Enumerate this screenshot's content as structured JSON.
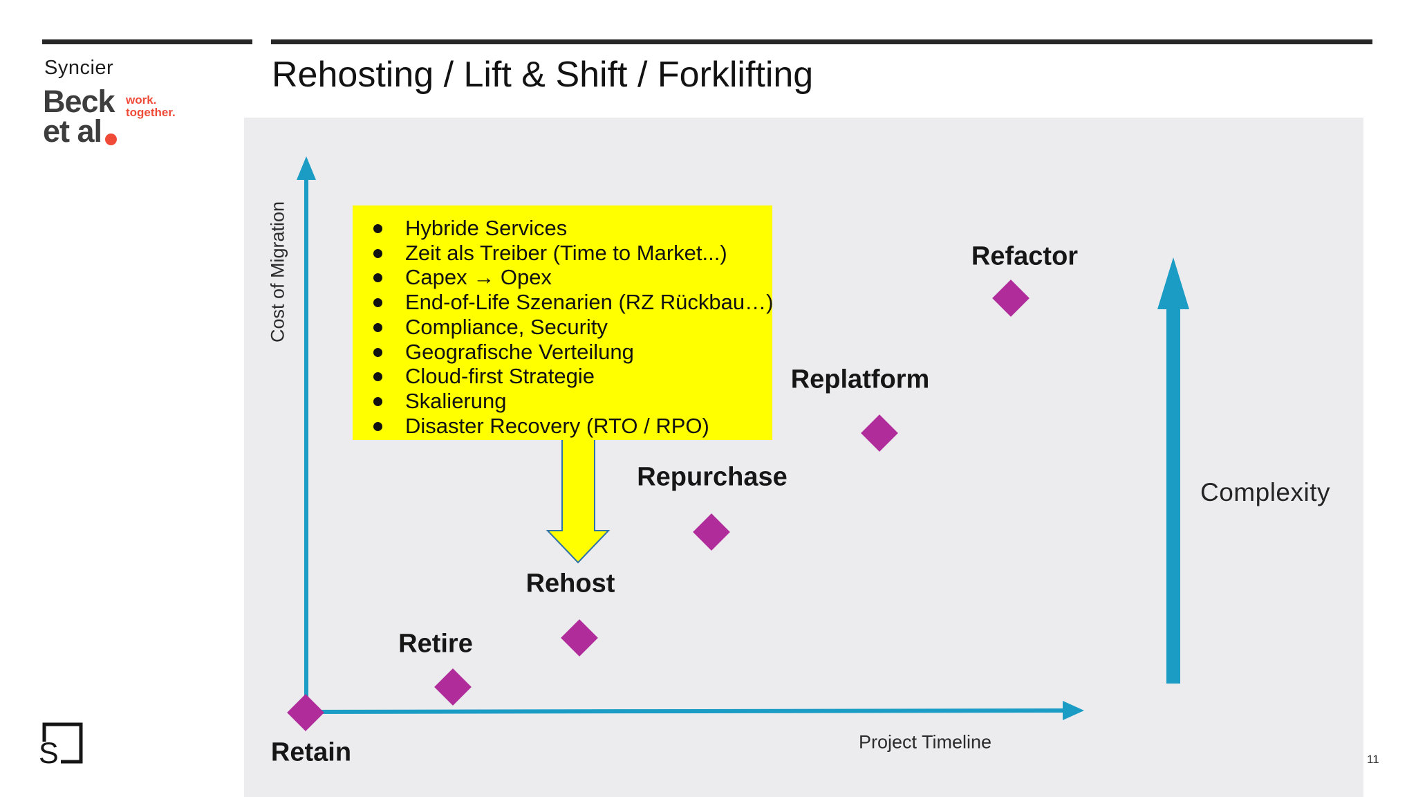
{
  "header": {
    "brand": "Syncier",
    "title": "Rehosting / Lift & Shift / Forklifting",
    "logo": {
      "line1": "Beck",
      "line2": "et al",
      "tagline1": "work.",
      "tagline2": "together."
    }
  },
  "diagram": {
    "y_axis_label": "Cost of Migration",
    "x_axis_label": "Project Timeline",
    "right_arrow_label": "Complexity",
    "callout": {
      "items": [
        "Hybride Services",
        "Zeit als Treiber (Time to Market...)",
        "Capex → Opex",
        "End-of-Life Szenarien (RZ Rückbau…)",
        "Compliance, Security",
        "Geografische Verteilung",
        "Cloud-first Strategie",
        "Skalierung",
        "Disaster Recovery (RTO / RPO)"
      ]
    },
    "points": [
      {
        "label": "Retain",
        "timeline_frac": 0.0,
        "cost_frac": 0.0
      },
      {
        "label": "Retire",
        "timeline_frac": 0.19,
        "cost_frac": 0.05
      },
      {
        "label": "Rehost",
        "timeline_frac": 0.35,
        "cost_frac": 0.14
      },
      {
        "label": "Repurchase",
        "timeline_frac": 0.52,
        "cost_frac": 0.33
      },
      {
        "label": "Replatform",
        "timeline_frac": 0.74,
        "cost_frac": 0.51
      },
      {
        "label": "Refactor",
        "timeline_frac": 0.91,
        "cost_frac": 0.75
      }
    ],
    "colors": {
      "diamond": "#b02c9b",
      "axis_teal": "#1a9cc4",
      "callout_bg": "#ffff00",
      "callout_arrow_outline": "#2e74a8",
      "panel_bg": "#ececee",
      "brand_red": "#f04b38"
    }
  },
  "footer": {
    "page_number": "11",
    "logo_letter": "S"
  }
}
